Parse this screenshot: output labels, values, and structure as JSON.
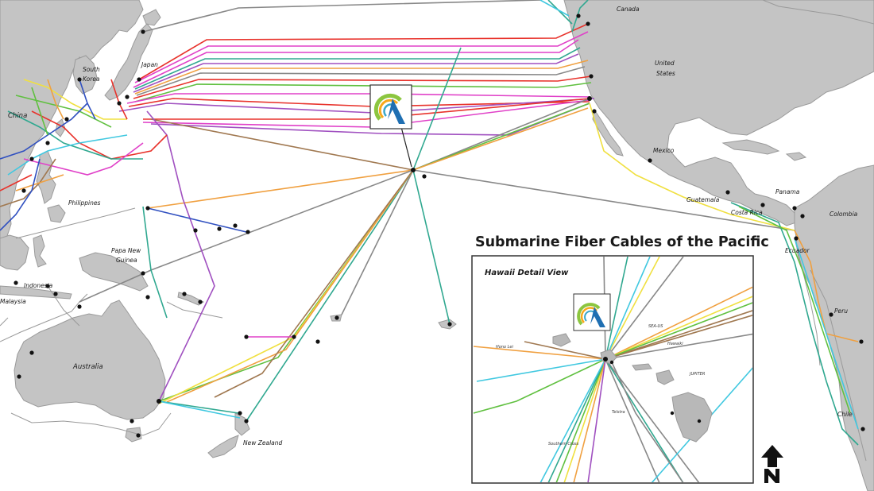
{
  "map": {
    "title": "Submarine Fiber Cables of the Pacific",
    "north_label": "N",
    "regions": {
      "canada": "Canada",
      "united_states": [
        "United",
        "States"
      ],
      "mexico": "Mexico",
      "guatemala": "Guatemala",
      "costa_rica": "Costa Rica",
      "panama": "Panama",
      "colombia": "Colombia",
      "ecuador": "Ecuador",
      "peru": "Peru",
      "chile": "Chile",
      "china": "China",
      "south_korea": [
        "South",
        "Korea"
      ],
      "japan": "Japan",
      "philippines": "Philippines",
      "papua_new_guinea": [
        "Papa New",
        "Guinea"
      ],
      "indonesia": "Indonesia",
      "malaysia": "Malaysia",
      "australia": "Australia",
      "new_zealand": "New Zealand"
    },
    "inset": {
      "title": "Hawaii Detail View"
    },
    "colors": {
      "land": "#c4c4c4",
      "ocean": "#ffffff",
      "cable_red": "#e8322b",
      "cable_magenta": "#e040c8",
      "cable_purple": "#a050c0",
      "cable_orange": "#f0a040",
      "cable_yellow": "#f0e040",
      "cable_teal": "#30a890",
      "cable_green": "#60c040",
      "cable_brown": "#a07850",
      "cable_blue": "#3050c0",
      "cable_gray": "#888888",
      "cable_cyan": "#40c8e0",
      "logo_green": "#8cc63f",
      "logo_blue": "#1f6fb2",
      "logo_orange": "#f7a81b",
      "logo_teal": "#3aa7c9"
    },
    "icons": [
      "logo-icon",
      "north-arrow-icon"
    ]
  }
}
